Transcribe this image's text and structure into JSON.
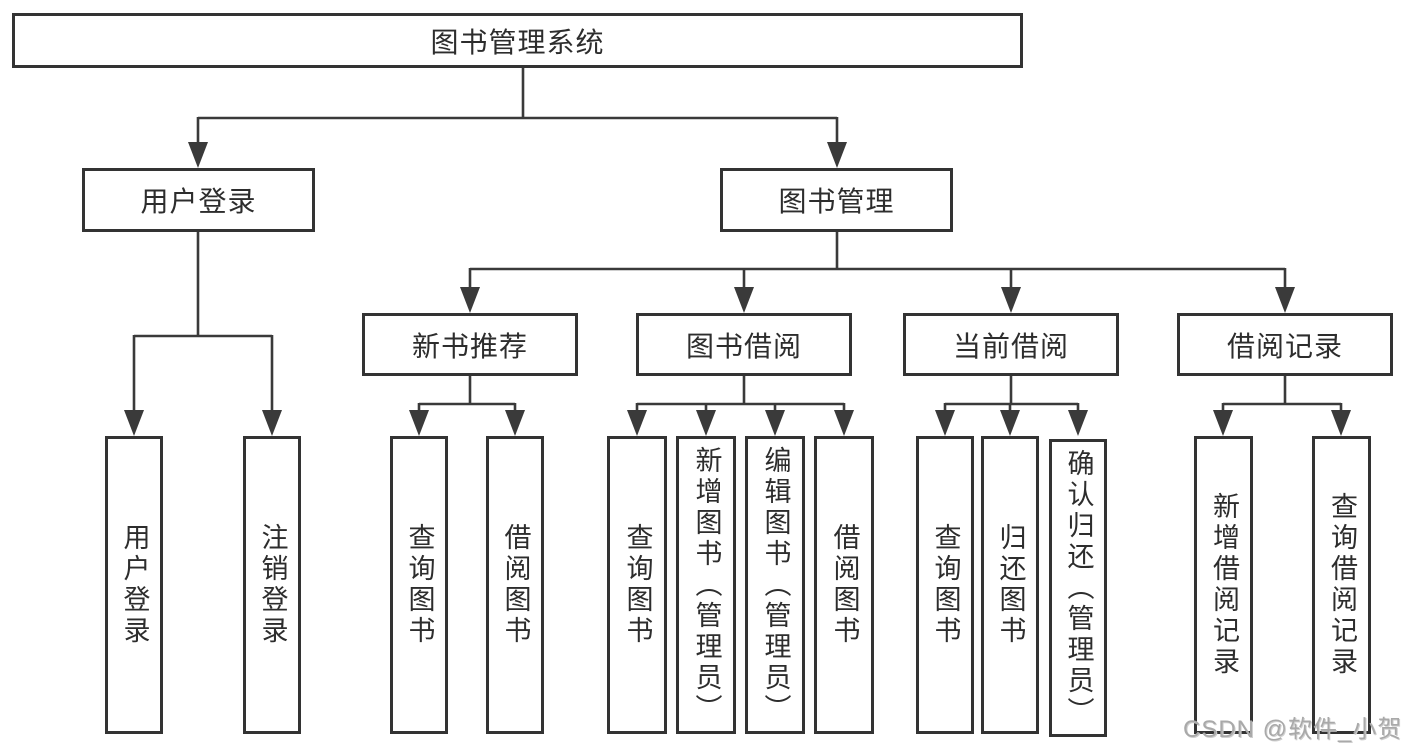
{
  "colors": {
    "background": "#ffffff",
    "box_border": "#333333",
    "connector_line": "#3a3a3a",
    "text": "#2d2d2d",
    "watermark": "#a9a9a9"
  },
  "watermark": {
    "text": "CSDN @软件_小贺同学"
  },
  "tree": {
    "root": {
      "label": "图书管理系统",
      "children": [
        {
          "label": "用户登录",
          "children": [
            {
              "label": "用户登录"
            },
            {
              "label": "注销登录"
            }
          ]
        },
        {
          "label": "图书管理",
          "children": [
            {
              "label": "新书推荐",
              "children": [
                {
                  "label": "查询图书"
                },
                {
                  "label": "借阅图书"
                }
              ]
            },
            {
              "label": "图书借阅",
              "children": [
                {
                  "label": "查询图书"
                },
                {
                  "label": "新增图书（管理员）"
                },
                {
                  "label": "编辑图书（管理员）"
                },
                {
                  "label": "借阅图书"
                }
              ]
            },
            {
              "label": "当前借阅",
              "children": [
                {
                  "label": "查询图书"
                },
                {
                  "label": "归还图书"
                },
                {
                  "label": "确认归还（管理员）"
                }
              ]
            },
            {
              "label": "借阅记录",
              "children": [
                {
                  "label": "新增借阅记录"
                },
                {
                  "label": "查询借阅记录"
                }
              ]
            }
          ]
        }
      ]
    }
  }
}
